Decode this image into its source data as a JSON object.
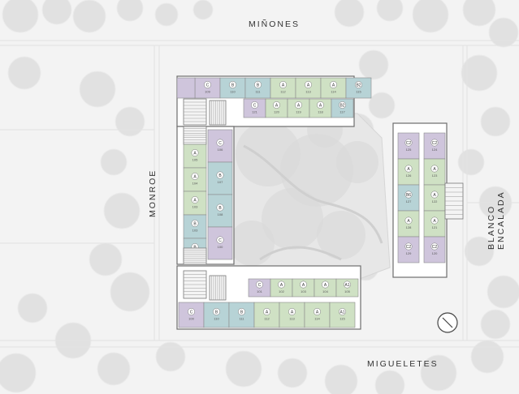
{
  "streets": {
    "north": "MIÑONES",
    "west": "MONROE",
    "east": "BLANCO ENCALADA",
    "south": "MIGUELETES"
  },
  "colors": {
    "purple": "#cfc5dc",
    "blue": "#b7d3d6",
    "green": "#cfe1c4",
    "white": "#ffffff",
    "stair": "#f4f4f4",
    "background": "#f3f3f3",
    "tree": "#dcdcdc",
    "outline": "#6e6e6e"
  },
  "units": {
    "north_top": [
      {
        "type": "C",
        "num": "109"
      },
      {
        "type": "B",
        "num": "110"
      },
      {
        "type": "B",
        "num": "111"
      },
      {
        "type": "A",
        "num": "112"
      },
      {
        "type": "A",
        "num": "113"
      },
      {
        "type": "A",
        "num": "114"
      },
      {
        "type": "B2",
        "num": "115"
      }
    ],
    "north_bottom": [
      {
        "type": "C",
        "num": "121"
      },
      {
        "type": "A",
        "num": "120"
      },
      {
        "type": "A",
        "num": "119"
      },
      {
        "type": "A",
        "num": "118"
      },
      {
        "type": "B2",
        "num": "117"
      }
    ],
    "west_outer": [
      {
        "type": "A",
        "num": "105"
      },
      {
        "type": "A",
        "num": "104"
      },
      {
        "type": "A",
        "num": "103"
      },
      {
        "type": "B",
        "num": "103"
      },
      {
        "type": "B",
        "num": "105"
      }
    ],
    "west_inner": [
      {
        "type": "C",
        "num": "106"
      },
      {
        "type": "B",
        "num": "107"
      },
      {
        "type": "B",
        "num": "108"
      },
      {
        "type": "C",
        "num": "100"
      }
    ],
    "east_left": [
      {
        "type": "C2",
        "num": "125"
      },
      {
        "type": "A",
        "num": "126"
      },
      {
        "type": "B6",
        "num": "127"
      },
      {
        "type": "A",
        "num": "128"
      },
      {
        "type": "C2",
        "num": "129"
      }
    ],
    "east_right": [
      {
        "type": "C2",
        "num": "124"
      },
      {
        "type": "A",
        "num": "123"
      },
      {
        "type": "A",
        "num": "122"
      },
      {
        "type": "A",
        "num": "121"
      },
      {
        "type": "C2",
        "num": "120"
      }
    ],
    "south_top": [
      {
        "type": "C",
        "num": "101"
      },
      {
        "type": "A",
        "num": "102"
      },
      {
        "type": "A",
        "num": "103"
      },
      {
        "type": "A",
        "num": "104"
      },
      {
        "type": "A1",
        "num": "105"
      }
    ],
    "south_bottom": [
      {
        "type": "C",
        "num": "100"
      },
      {
        "type": "B",
        "num": "110"
      },
      {
        "type": "B",
        "num": "111"
      },
      {
        "type": "A",
        "num": "112"
      },
      {
        "type": "A",
        "num": "113"
      },
      {
        "type": "A",
        "num": "114"
      },
      {
        "type": "A1",
        "num": "115"
      }
    ]
  }
}
